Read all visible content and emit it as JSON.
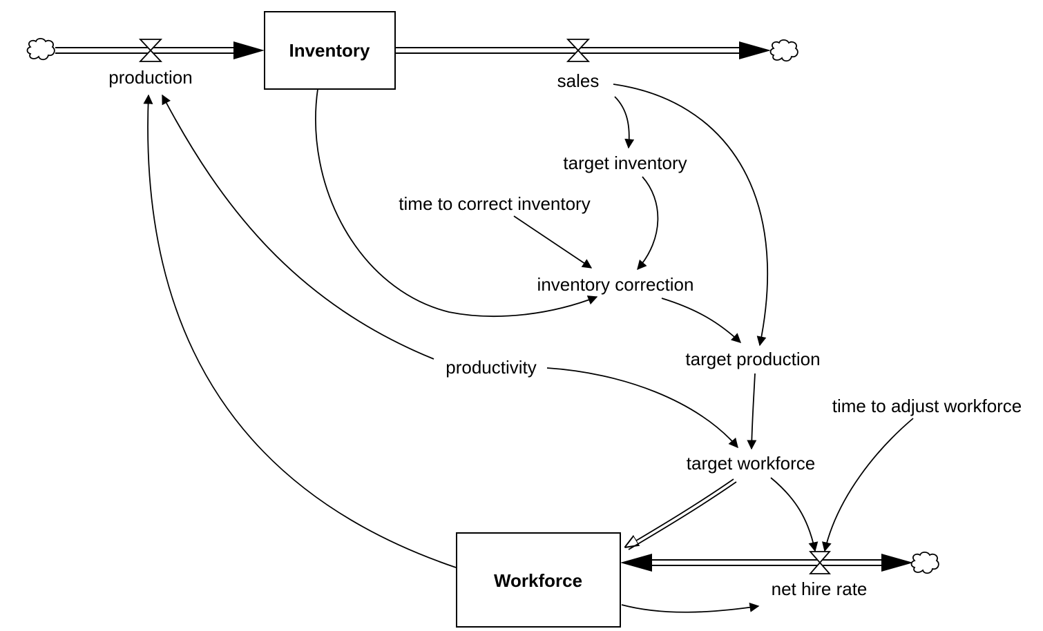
{
  "diagram": {
    "stocks": {
      "inventory": "Inventory",
      "workforce": "Workforce"
    },
    "flows": {
      "production": "production",
      "sales": "sales",
      "net_hire_rate": "net hire rate"
    },
    "variables": {
      "target_inventory": "target inventory",
      "time_to_correct_inventory": "time to correct inventory",
      "inventory_correction": "inventory correction",
      "target_production": "target production",
      "productivity": "productivity",
      "time_to_adjust_workforce": "time to adjust workforce",
      "target_workforce": "target workforce"
    }
  }
}
